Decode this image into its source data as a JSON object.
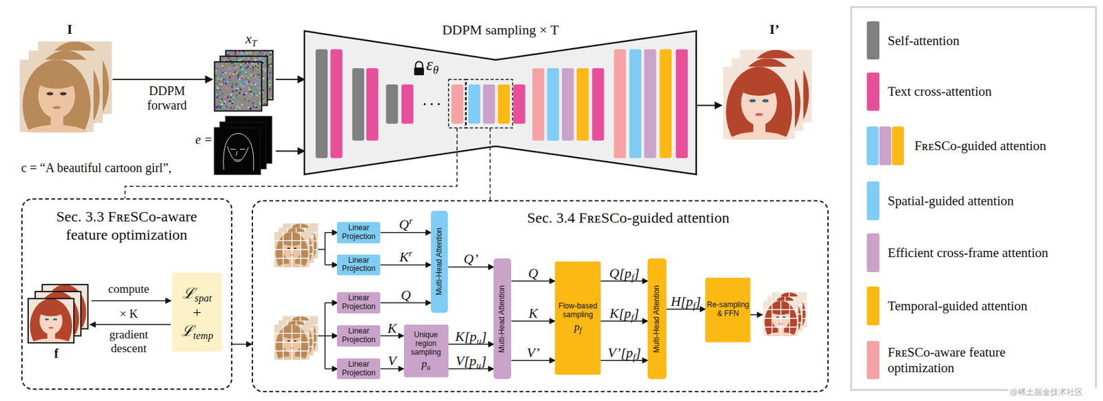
{
  "diagram": {
    "nodes": [
      {
        "text": [
          "DDPM sampling × T",
          "εθ"
        ]
      },
      {
        "text": [
          "Sec. 3.3 FʀᴇSCᴏ-aware feature optimization"
        ]
      },
      {
        "text": [
          "ℒspat + ℒtemp"
        ],
        "in": 1
      },
      {
        "text": [
          "Sec. 3.4 FʀᴇSCᴏ-guided attention"
        ]
      },
      {
        "text": [
          "Linear Projection"
        ],
        "in": 3
      },
      {
        "text": [
          "Linear Projection"
        ],
        "in": 3
      },
      {
        "text": [
          "Linear Projection"
        ],
        "in": 3
      },
      {
        "text": [
          "Linear Projection"
        ],
        "in": 3
      },
      {
        "text": [
          "Linear Projection"
        ],
        "in": 3
      },
      {
        "text": [
          "Multi-Head Attention"
        ],
        "in": 3
      },
      {
        "text": [
          "Unique region sampling",
          "pu"
        ],
        "in": 3
      },
      {
        "text": [
          "Multi-Head Attention"
        ],
        "in": 3
      },
      {
        "text": [
          "Flow-based sampling",
          "pf"
        ],
        "in": 3
      },
      {
        "text": [
          "Multi-Head Attention"
        ],
        "in": 3
      },
      {
        "text": [
          "Re-sampling & FFN"
        ],
        "in": 3
      }
    ],
    "edges": [
      {
        "from": 4,
        "to": 9,
        "arrow": "to",
        "label": "Qr"
      },
      {
        "from": 5,
        "to": 9,
        "arrow": "to",
        "label": "Kr"
      },
      {
        "from": 6,
        "to": 9,
        "arrow": "to",
        "label": "Q"
      },
      {
        "from": 9,
        "to": 11,
        "arrow": "to",
        "label": "Q’"
      },
      {
        "from": 7,
        "to": 10,
        "arrow": "to",
        "label": "K"
      },
      {
        "from": 8,
        "to": 10,
        "arrow": "to",
        "label": "V"
      },
      {
        "from": 10,
        "to": 11,
        "arrow": "to",
        "label": "K[pu]"
      },
      {
        "from": 10,
        "to": 11,
        "arrow": "to",
        "label": "V[pu]"
      },
      {
        "from": 11,
        "to": 12,
        "arrow": "to",
        "label": "Q"
      },
      {
        "from": 11,
        "to": 12,
        "arrow": "to",
        "label": "K"
      },
      {
        "from": 11,
        "to": 12,
        "arrow": "to",
        "label": "V’"
      },
      {
        "from": 12,
        "to": 13,
        "arrow": "to",
        "label": "Q[pf]"
      },
      {
        "from": 12,
        "to": 13,
        "arrow": "to",
        "label": "K[pf]"
      },
      {
        "from": 12,
        "to": 13,
        "arrow": "to",
        "label": "V’[pf]"
      },
      {
        "from": 13,
        "to": 14,
        "arrow": "to",
        "label": "H[pf]"
      },
      {
        "from": 1,
        "to": 3,
        "arrow": "to"
      }
    ],
    "labels": [
      "I",
      "xT",
      "DDPM forward",
      "e =",
      "c = “A beautiful cartoon girl”,",
      "I’",
      "compute",
      "× K",
      "gradient descent",
      "f",
      "@稀土掘金技术社区"
    ],
    "legend": [
      {
        "text": "Self-attention",
        "color": "#808080"
      },
      {
        "text": "Text cross-attention",
        "color": "#e84f9a"
      },
      {
        "text": "FʀᴇSCᴏ-guided attention"
      },
      {
        "text": "Spatial-guided attention",
        "color": "#7fcdf4"
      },
      {
        "text": "Efficient cross-frame attention",
        "color": "#c9a3c9"
      },
      {
        "text": "Temporal-guided attention",
        "color": "#fdb913"
      },
      {
        "text": "FʀᴇSCᴏ-aware feature optimization",
        "color": "#f6a3a5"
      }
    ]
  }
}
